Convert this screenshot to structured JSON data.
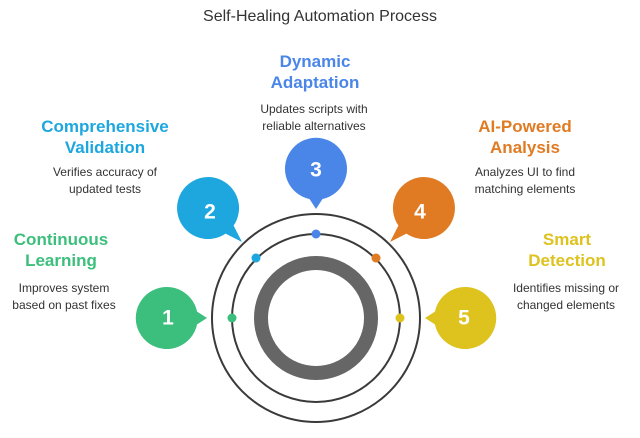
{
  "title": "Self-Healing Automation Process",
  "steps": [
    {
      "number": "1",
      "heading": [
        "Continuous",
        "Learning"
      ],
      "desc": [
        "Improves system",
        "based on past fixes"
      ],
      "color": "#3cbf7c"
    },
    {
      "number": "2",
      "heading": [
        "Comprehensive",
        "Validation"
      ],
      "desc": [
        "Verifies accuracy of",
        "updated tests"
      ],
      "color": "#1ea7df"
    },
    {
      "number": "3",
      "heading": [
        "Dynamic",
        "Adaptation"
      ],
      "desc": [
        "Updates scripts with",
        "reliable alternatives"
      ],
      "color": "#4a86e8"
    },
    {
      "number": "4",
      "heading": [
        "AI-Powered",
        "Analysis"
      ],
      "desc": [
        "Analyzes UI to find",
        "matching elements"
      ],
      "color": "#e07b23"
    },
    {
      "number": "5",
      "heading": [
        "Smart",
        "Detection"
      ],
      "desc": [
        "Identifies missing or",
        "changed elements"
      ],
      "color": "#dec21e"
    }
  ]
}
